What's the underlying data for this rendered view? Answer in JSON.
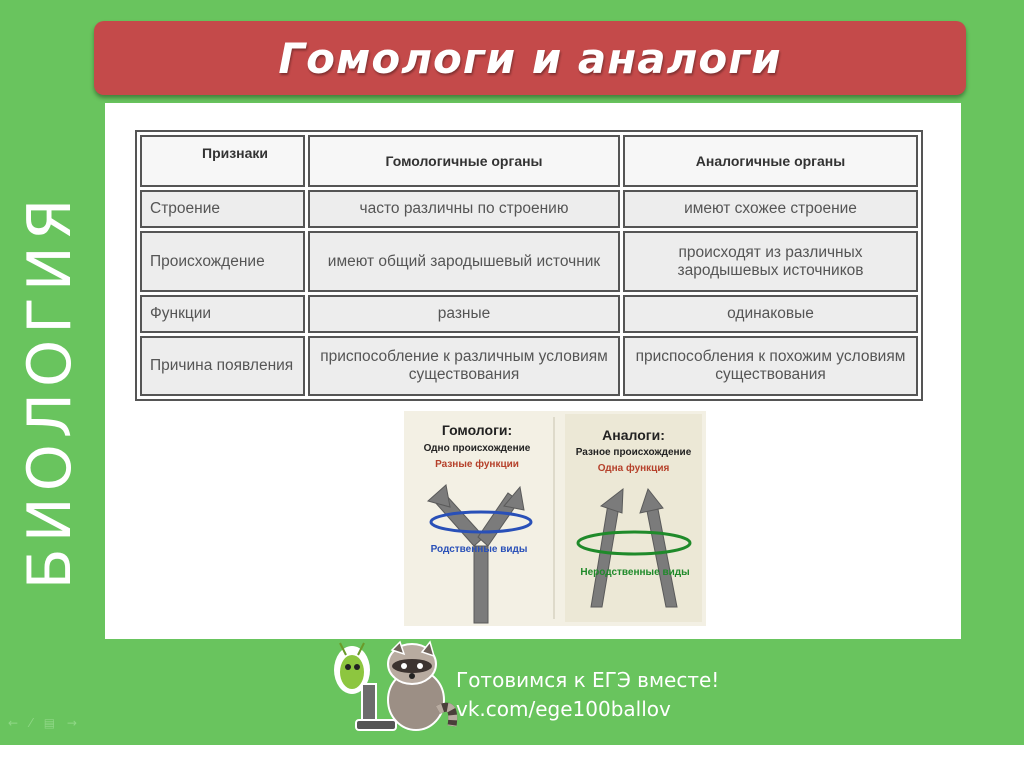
{
  "side_label": "БИОЛОГИЯ",
  "title": "Гомологи и аналоги",
  "table": {
    "headers": [
      "Признаки",
      "Гомологичные органы",
      "Аналогичные органы"
    ],
    "rows": [
      [
        "Строение",
        "часто различны по строению",
        "имеют схожее строение"
      ],
      [
        "Происхождение",
        "имеют общий зародышевый источник",
        "происходят из различных зародышевых источников"
      ],
      [
        "Функции",
        "разные",
        "одинаковые"
      ],
      [
        "Причина появления",
        "приспособление к различным условиям существования",
        "приспособления к похожим условиям существования"
      ]
    ]
  },
  "diagram": {
    "homologs": {
      "title": "Гомологи:",
      "origin": "Одно происхождение",
      "functions": "Разные функции",
      "species": "Родственные виды"
    },
    "analogs": {
      "title": "Аналоги:",
      "origin": "Разное происхождение",
      "functions": "Одна функция",
      "species": "Неродственные виды"
    },
    "colors": {
      "red_text": "#b5402a",
      "blue_ring": "#2950b8",
      "green_ring": "#1f8a2a",
      "arrow": "#7b7b7b"
    }
  },
  "footer": {
    "line1": "Готовимся к ЕГЭ вместе!",
    "line2": "vk.com/ege100ballov"
  },
  "nav_icons": [
    "back-arrow-icon",
    "pen-icon",
    "menu-icon",
    "forward-arrow-icon"
  ]
}
